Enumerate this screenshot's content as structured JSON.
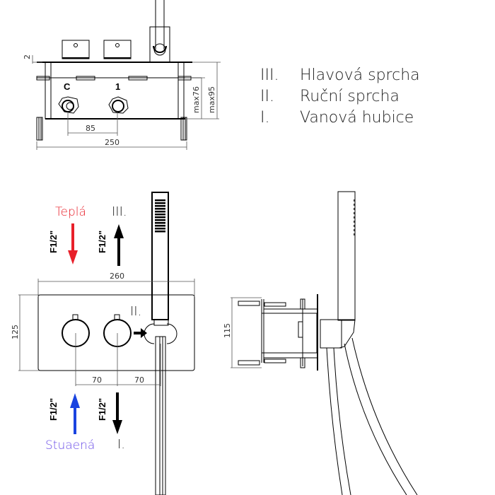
{
  "legend": [
    {
      "numeral": "III.",
      "label": "Hlavová sprcha"
    },
    {
      "numeral": "II.",
      "label": "Ruční sprcha"
    },
    {
      "numeral": "I.",
      "label": "Vanová hubice"
    }
  ],
  "top_view": {
    "port_labels": [
      "C",
      "1"
    ],
    "dims": {
      "thickness": "2",
      "port_spacing": "85",
      "width": "250",
      "depth_inner": "max76",
      "depth_outer": "max95"
    }
  },
  "front_view": {
    "dims": {
      "width": "260",
      "height": "125",
      "spacing_1": "70",
      "spacing_2": "70"
    },
    "outlet_markers": {
      "top": "III.",
      "middle": "II.",
      "bottom": "I."
    },
    "inlets": {
      "warm": {
        "label": "Teplá",
        "size": "F1/2\"",
        "color": "#e8202a"
      },
      "cold": {
        "label": "Stuaená",
        "size": "F1/2\"",
        "color": "#1a44e0"
      },
      "outlet_size_top": "F1/2\"",
      "outlet_size_bottom": "F1/2\""
    }
  },
  "side_view": {
    "dims": {
      "height": "115"
    }
  },
  "colors": {
    "warm": "#e8202a",
    "cold": "#1a44e0",
    "cold_text": "#6b4ee8",
    "line": "#000000"
  }
}
